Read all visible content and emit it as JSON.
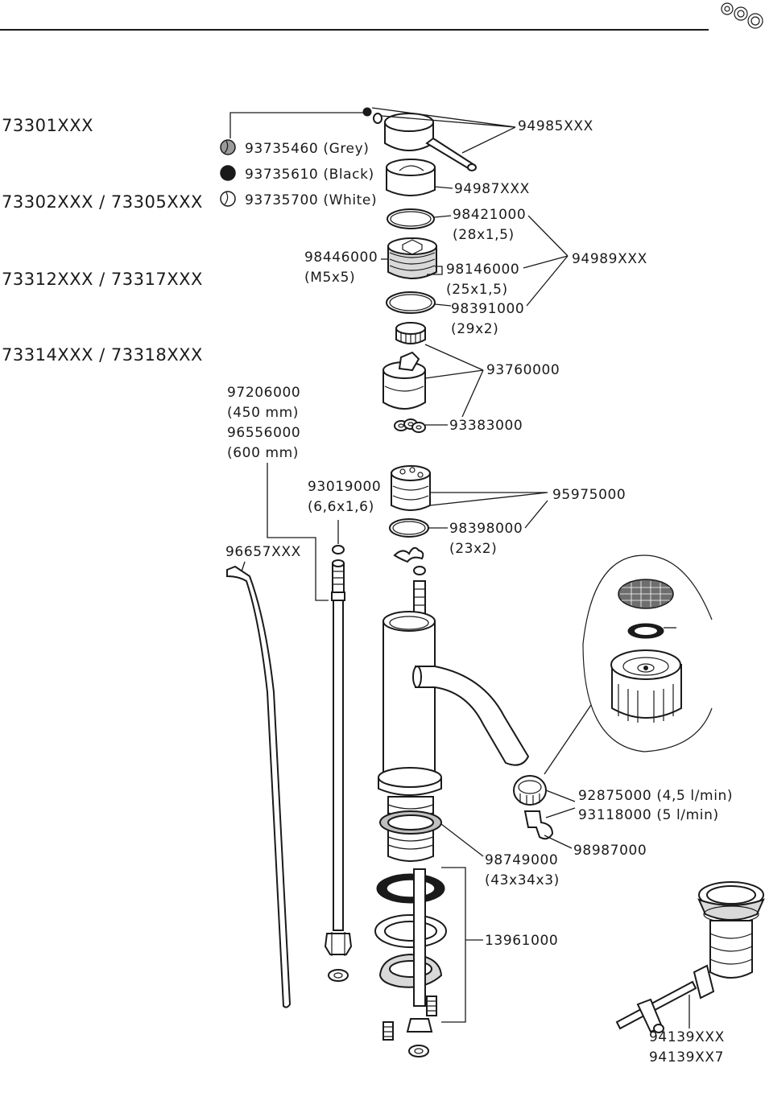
{
  "models": [
    "73301XXX",
    "73302XXX / 73305XXX",
    "73312XXX / 73317XXX",
    "73314XXX / 73318XXX"
  ],
  "caps": [
    {
      "icon": "grey-cap-icon",
      "label": "93735460 (Grey)",
      "color": "#9a9a9a"
    },
    {
      "icon": "black-cap-icon",
      "label": "93735610 (Black)",
      "color": "#1a1a1a"
    },
    {
      "icon": "white-cap-icon",
      "label": "93735700 (White)",
      "color": "#ffffff"
    }
  ],
  "parts": {
    "p94985": "94985XXX",
    "p94987": "94987XXX",
    "p98421": "98421000",
    "p98421_size": "(28x1,5)",
    "p94989": "94989XXX",
    "p98446": "98446000",
    "p98446_size": "(M5x5)",
    "p98146": "98146000",
    "p98146_size": "(25x1,5)",
    "p98391": "98391000",
    "p98391_size": "(29x2)",
    "p93760": "93760000",
    "p93383": "93383000",
    "p97206": "97206000",
    "p97206_size": "(450 mm)",
    "p96556": "96556000",
    "p96556_size": "(600 mm)",
    "p93019": "93019000",
    "p93019_size": "(6,6x1,6)",
    "p95975": "95975000",
    "p98398": "98398000",
    "p98398_size": "(23x2)",
    "p96657": "96657XXX",
    "p92875": "92875000 (4,5 l/min)",
    "p93118": "93118000 (5 l/min)",
    "p98987": "98987000",
    "p98749": "98749000",
    "p98749_size": "(43x34x3)",
    "p13961": "13961000",
    "p94139a": "94139XXX",
    "p94139b": "94139XX7"
  }
}
